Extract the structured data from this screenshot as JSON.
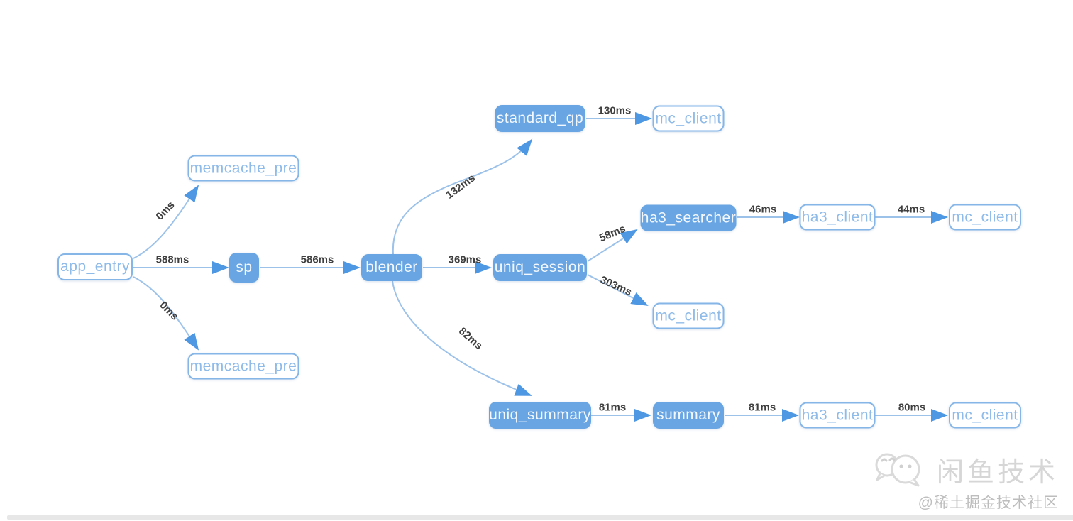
{
  "diagram": {
    "title_hint": "service call trace graph",
    "colors": {
      "node_solid_fill": "#69a5e2",
      "node_outline_border": "#86b6e8",
      "node_outline_text": "#8fbbe9",
      "edge_line": "#9cc2ea",
      "edge_arrow": "#4e97e3",
      "edge_label_text": "#3f3f3f",
      "watermark_brand": "#d6d6d6",
      "watermark_credit": "#bdbdbd"
    },
    "nodes": [
      {
        "id": "app_entry",
        "label": "app_entry",
        "style": "outline"
      },
      {
        "id": "memcache_pre_top",
        "label": "memcache_pre",
        "style": "outline"
      },
      {
        "id": "memcache_pre_bottom",
        "label": "memcache_pre",
        "style": "outline"
      },
      {
        "id": "sp",
        "label": "sp",
        "style": "solid"
      },
      {
        "id": "blender",
        "label": "blender",
        "style": "solid"
      },
      {
        "id": "standard_qp",
        "label": "standard_qp",
        "style": "solid"
      },
      {
        "id": "mc_client_top",
        "label": "mc_client",
        "style": "outline"
      },
      {
        "id": "uniq_session",
        "label": "uniq_session",
        "style": "solid"
      },
      {
        "id": "ha3_searcher",
        "label": "ha3_searcher",
        "style": "solid"
      },
      {
        "id": "ha3_client_mid",
        "label": "ha3_client",
        "style": "outline"
      },
      {
        "id": "mc_client_mid",
        "label": "mc_client",
        "style": "outline"
      },
      {
        "id": "mc_client_session",
        "label": "mc_client",
        "style": "outline"
      },
      {
        "id": "uniq_summary",
        "label": "uniq_summary",
        "style": "solid"
      },
      {
        "id": "summary",
        "label": "summary",
        "style": "solid"
      },
      {
        "id": "ha3_client_bottom",
        "label": "ha3_client",
        "style": "outline"
      },
      {
        "id": "mc_client_bottom",
        "label": "mc_client",
        "style": "outline"
      }
    ],
    "edges": [
      {
        "from": "app_entry",
        "to": "memcache_pre_top",
        "label": "0ms"
      },
      {
        "from": "app_entry",
        "to": "sp",
        "label": "588ms"
      },
      {
        "from": "app_entry",
        "to": "memcache_pre_bottom",
        "label": "0ms"
      },
      {
        "from": "sp",
        "to": "blender",
        "label": "586ms"
      },
      {
        "from": "blender",
        "to": "standard_qp",
        "label": "132ms"
      },
      {
        "from": "blender",
        "to": "uniq_session",
        "label": "369ms"
      },
      {
        "from": "blender",
        "to": "uniq_summary",
        "label": "82ms"
      },
      {
        "from": "standard_qp",
        "to": "mc_client_top",
        "label": "130ms"
      },
      {
        "from": "uniq_session",
        "to": "ha3_searcher",
        "label": "58ms"
      },
      {
        "from": "uniq_session",
        "to": "mc_client_session",
        "label": "303ms"
      },
      {
        "from": "ha3_searcher",
        "to": "ha3_client_mid",
        "label": "46ms"
      },
      {
        "from": "ha3_client_mid",
        "to": "mc_client_mid",
        "label": "44ms"
      },
      {
        "from": "uniq_summary",
        "to": "summary",
        "label": "81ms"
      },
      {
        "from": "summary",
        "to": "ha3_client_bottom",
        "label": "81ms"
      },
      {
        "from": "ha3_client_bottom",
        "to": "mc_client_bottom",
        "label": "80ms"
      }
    ],
    "watermark": {
      "brand": "闲鱼技术",
      "credit": "@稀土掘金技术社区"
    }
  }
}
